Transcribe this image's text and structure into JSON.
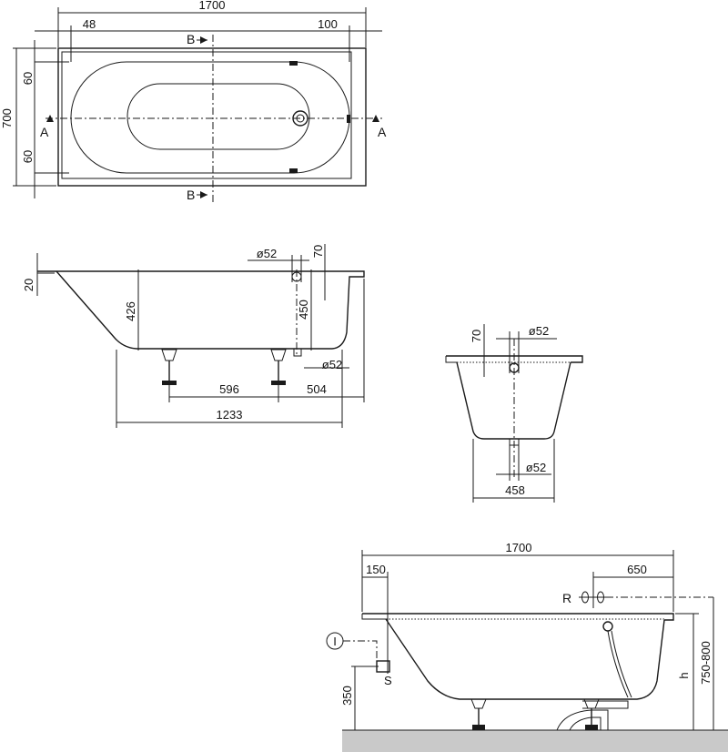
{
  "top_view": {
    "overall_length": "1700",
    "left_offset": "48",
    "right_offset": "100",
    "width": "700",
    "rim_top": "60",
    "rim_bottom": "60",
    "section_a": "A",
    "section_b": "B"
  },
  "side_view": {
    "rim_height": "20",
    "overflow_diameter": "ø52",
    "overflow_offset": "70",
    "depth_426": "426",
    "depth_450": "450",
    "drain_diameter": "ø52",
    "leg_spacing": "596",
    "drain_offset": "504",
    "base_length": "1233"
  },
  "section_view": {
    "overflow_offset": "70",
    "overflow_diameter": "ø52",
    "drain_diameter": "ø52",
    "bottom_width": "458"
  },
  "install_view": {
    "overall_length": "1700",
    "left_offset": "150",
    "tap_offset": "650",
    "tap_label": "R",
    "height_range": "750-800",
    "height_label": "h",
    "supply_height": "350",
    "inlet_marker": "I",
    "outlet_label": "S"
  }
}
